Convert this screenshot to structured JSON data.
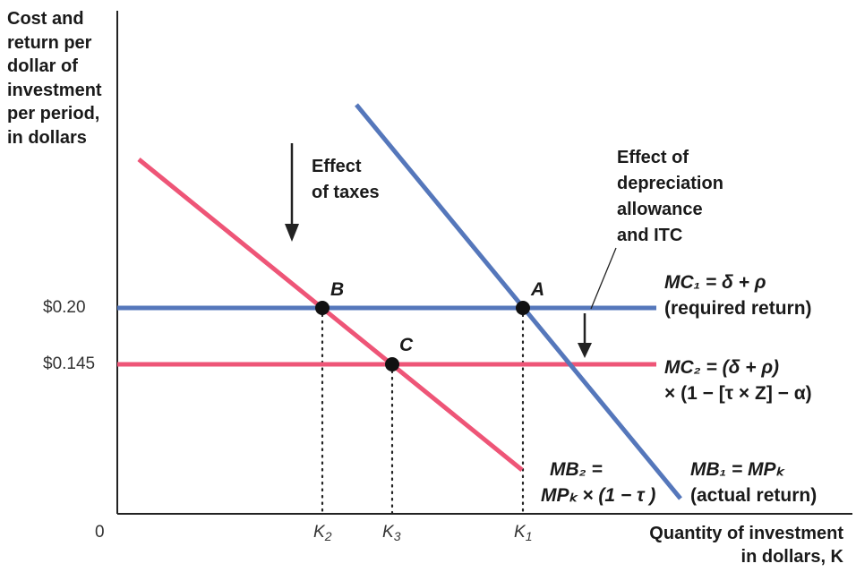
{
  "y_axis_label": [
    "Cost and",
    "return per",
    "dollar of",
    "investment",
    "per period,",
    "in dollars"
  ],
  "x_axis_label": [
    "Quantity of investment",
    "in dollars, K"
  ],
  "origin_label": "0",
  "y_ticks": [
    "$0.20",
    "$0.145"
  ],
  "x_ticks": [
    {
      "base": "K",
      "sub": "2"
    },
    {
      "base": "K",
      "sub": "3"
    },
    {
      "base": "K",
      "sub": "1"
    }
  ],
  "points": [
    "A",
    "B",
    "C"
  ],
  "annotations": {
    "taxes": [
      "Effect",
      "of taxes"
    ],
    "depreciation": [
      "Effect of",
      "depreciation",
      "allowance",
      "and ITC"
    ]
  },
  "curves": {
    "mc1": {
      "line1": "MC₁ = δ + ρ",
      "line2": "(required return)"
    },
    "mc2": {
      "line1": "MC₂ = (δ + ρ)",
      "line2": "× (1 − [τ × Z] − α)"
    },
    "mb1": {
      "line1": "MB₁ = MPₖ",
      "line2": "(actual return)"
    },
    "mb2": {
      "line1": "MB₂ =",
      "line2": "MPₖ × (1 − τ )"
    }
  },
  "colors": {
    "blue": "#5577bb",
    "red": "#ee5577",
    "axis": "#222222"
  }
}
